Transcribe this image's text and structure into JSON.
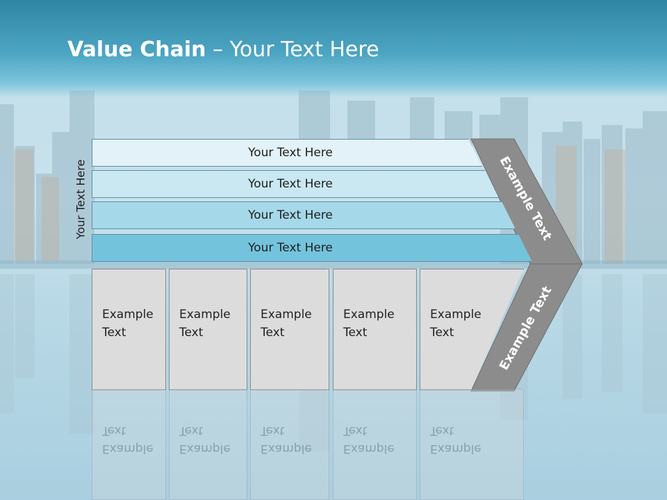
{
  "slide": {
    "title_bold": "Value Chain",
    "title_rest": " – Your Text Here",
    "side_label": "Your Text Here",
    "bars": [
      {
        "label": "Your Text Here",
        "color": "#e2f2f8"
      },
      {
        "label": "Your Text Here",
        "color": "#c9e8f2"
      },
      {
        "label": "Your Text Here",
        "color": "#a5d8e8"
      },
      {
        "label": "Your Text Here",
        "color": "#74c3dc"
      }
    ],
    "boxes": [
      {
        "label": "Example\nText"
      },
      {
        "label": "Example\nText"
      },
      {
        "label": "Example\nText"
      },
      {
        "label": "Example\nText"
      },
      {
        "label": "Example\nText"
      }
    ],
    "arrow_upper_label": "Example Text",
    "arrow_lower_label": "Example Text",
    "arrow_color": "#8c8c8c"
  }
}
